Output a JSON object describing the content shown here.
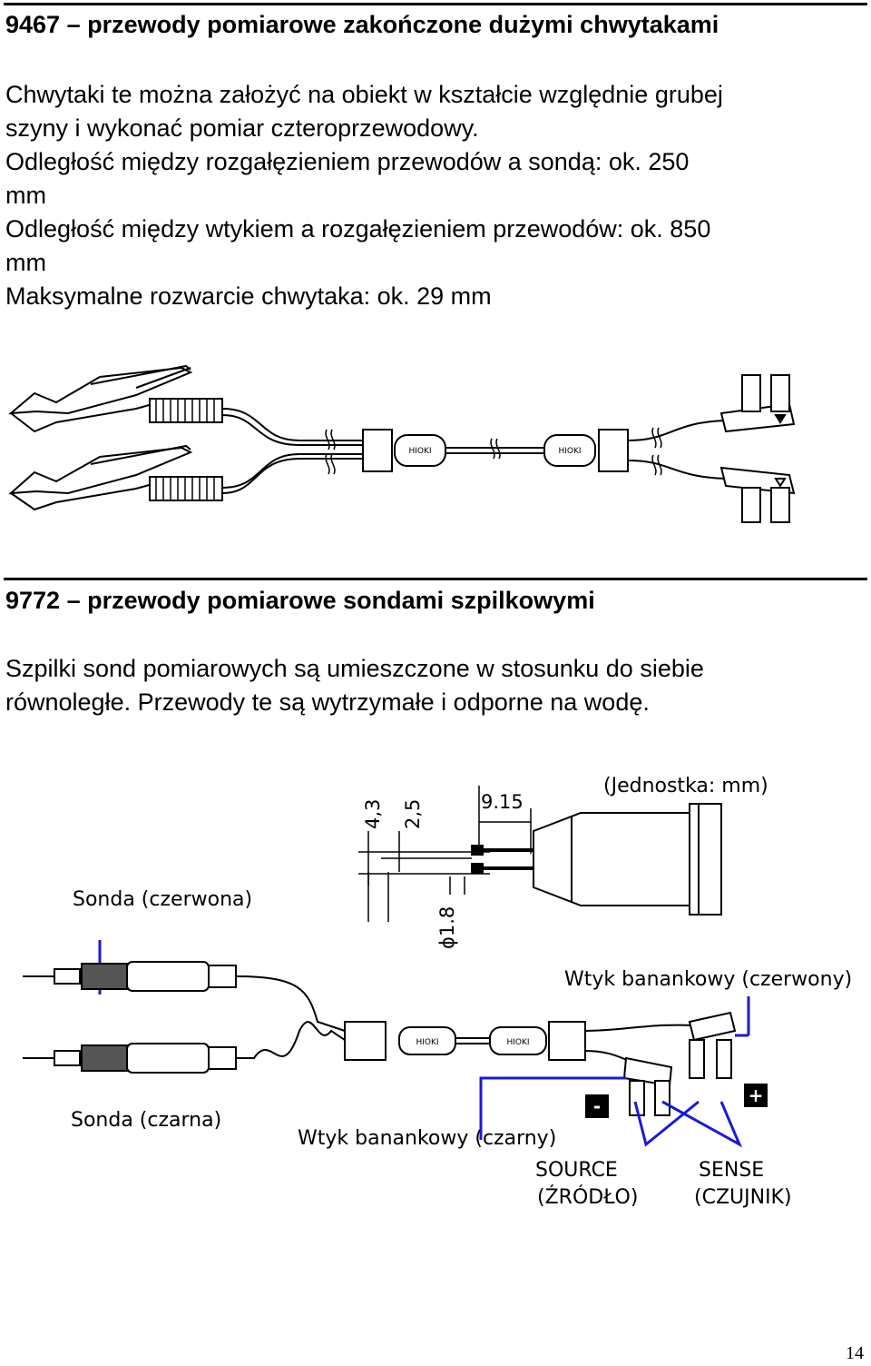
{
  "section1": {
    "heading": "9467 – przewody pomiarowe zakończone dużymi chwytakami",
    "lines": [
      "Chwytaki te można założyć na obiekt w kształcie względnie grubej",
      "szyny i wykonać pomiar czteroprzewodowy.",
      "Odległość między rozgałęzieniem przewodów a sondą: ok. 250",
      "mm",
      "Odległość między wtykiem a rozgałęzieniem przewodów: ok. 850",
      "mm",
      "Maksymalne rozwarcie chwytaka: ok. 29 mm"
    ],
    "figure": {
      "logo_text": "HIOKI"
    }
  },
  "section2": {
    "heading": "9772 – przewody pomiarowe sondami szpilkowymi",
    "lines": [
      "Szpilki sond pomiarowych są umieszczone w stosunku do siebie",
      "równoległe. Przewody te są wytrzymałe i odporne na wodę."
    ],
    "figure": {
      "unit_note": "(Jednostka: mm)",
      "dim_a": "4,3",
      "dim_b": "2,5",
      "dim_c": "9.15",
      "dim_d": "ϕ1.8",
      "probe_red": "Sonda (czerwona)",
      "probe_black": "Sonda (czarna)",
      "plug_red": "Wtyk banankowy (czerwony)",
      "plug_black": "Wtyk banankowy (czarny)",
      "minus_sign": "-",
      "plus_sign": "+",
      "source_label": "SOURCE",
      "source_label_pl": "(ŹRÓDŁO)",
      "sense_label": "SENSE",
      "sense_label_pl": "(CZUJNIK)",
      "accent_color": "#1a1ad6",
      "logo_text": "HIOKI"
    }
  },
  "page_number": "14"
}
